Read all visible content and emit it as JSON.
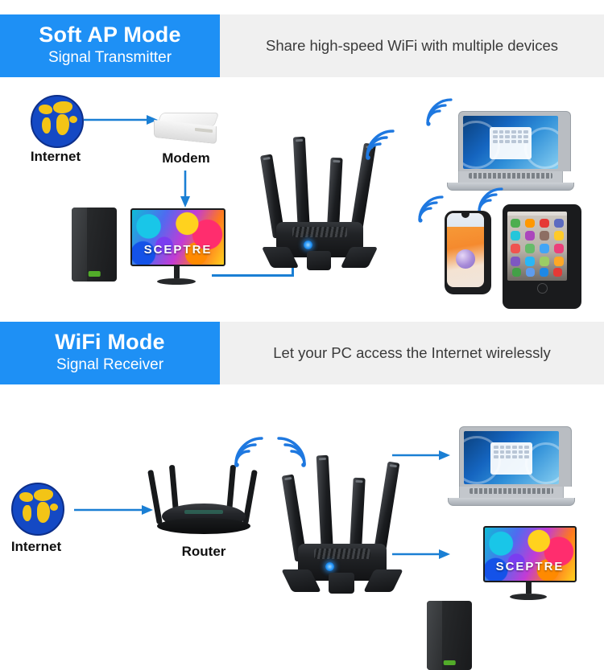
{
  "theme": {
    "accent_blue": "#1e90f5",
    "line_blue": "#1a7fd4",
    "banner_gray": "#f0f0f0",
    "text_dark": "#3a3a3a",
    "globe_blue": "#1449c4",
    "globe_land": "#f3c416",
    "led_blue": "#1e90f5"
  },
  "sections": [
    {
      "id": "soft-ap",
      "banner": {
        "title": "Soft AP Mode",
        "subtitle": "Signal Transmitter",
        "description": "Share high-speed WiFi with multiple devices"
      },
      "nodes": [
        {
          "id": "internet",
          "label": "Internet",
          "icon": "globe-icon"
        },
        {
          "id": "modem",
          "label": "Modem",
          "icon": "modem-icon"
        },
        {
          "id": "pc",
          "label": "",
          "icon": "desktop-pc-icon"
        },
        {
          "id": "monitor",
          "label": "",
          "icon": "monitor-icon",
          "brand": "SCEPTRE"
        },
        {
          "id": "adapter",
          "label": "",
          "icon": "wifi-adapter-icon"
        },
        {
          "id": "laptop",
          "label": "",
          "icon": "laptop-icon"
        },
        {
          "id": "phone",
          "label": "",
          "icon": "smartphone-icon"
        },
        {
          "id": "tablet",
          "label": "",
          "icon": "tablet-icon"
        }
      ],
      "wifi_signals": 4
    },
    {
      "id": "wifi-mode",
      "banner": {
        "title": "WiFi Mode",
        "subtitle": "Signal Receiver",
        "description": "Let your PC access the Internet wirelessly"
      },
      "nodes": [
        {
          "id": "internet",
          "label": "Internet",
          "icon": "globe-icon"
        },
        {
          "id": "router",
          "label": "Router",
          "icon": "router-icon"
        },
        {
          "id": "adapter",
          "label": "",
          "icon": "wifi-adapter-icon"
        },
        {
          "id": "laptop",
          "label": "",
          "icon": "laptop-icon"
        },
        {
          "id": "pc",
          "label": "",
          "icon": "desktop-pc-icon"
        },
        {
          "id": "monitor",
          "label": "",
          "icon": "monitor-icon",
          "brand": "SCEPTRE"
        }
      ],
      "wifi_signals": 2
    }
  ]
}
